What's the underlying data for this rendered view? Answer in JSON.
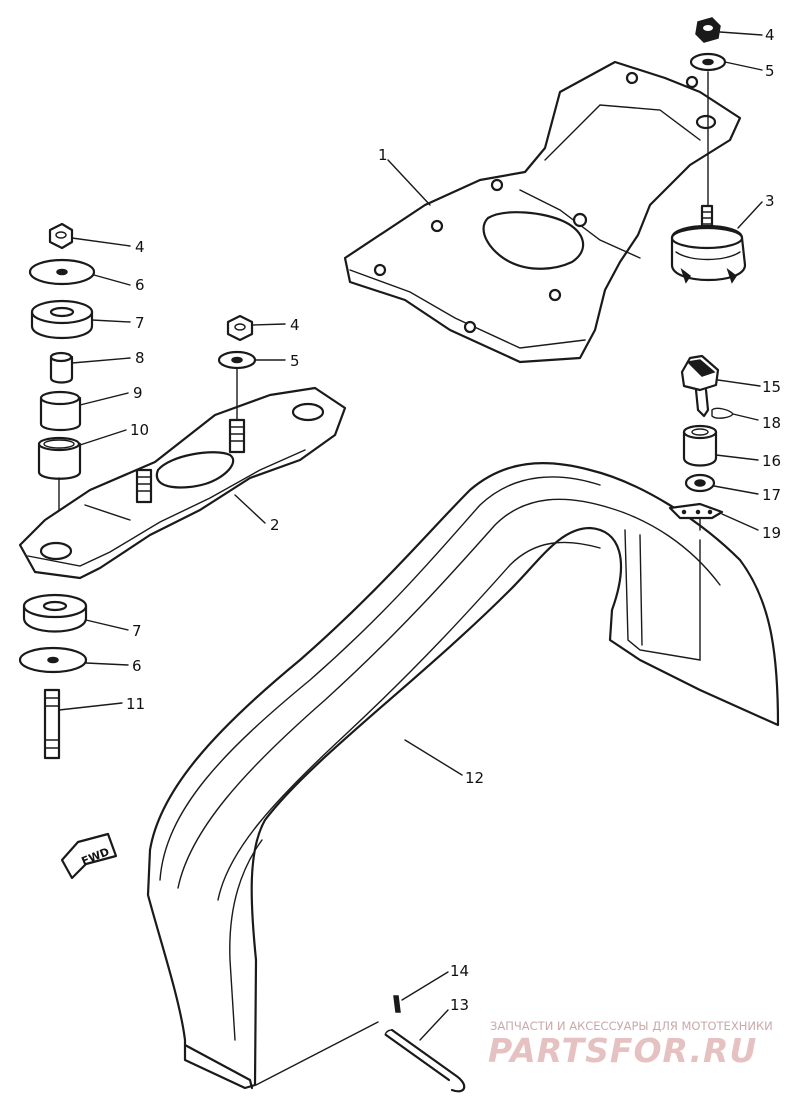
{
  "callouts": [
    {
      "id": "c1",
      "label": "1"
    },
    {
      "id": "c2",
      "label": "2"
    },
    {
      "id": "c3",
      "label": "3"
    },
    {
      "id": "c4a",
      "label": "4"
    },
    {
      "id": "c4b",
      "label": "4"
    },
    {
      "id": "c4c",
      "label": "4"
    },
    {
      "id": "c5a",
      "label": "5"
    },
    {
      "id": "c5b",
      "label": "5"
    },
    {
      "id": "c6a",
      "label": "6"
    },
    {
      "id": "c6b",
      "label": "6"
    },
    {
      "id": "c7a",
      "label": "7"
    },
    {
      "id": "c7b",
      "label": "7"
    },
    {
      "id": "c8",
      "label": "8"
    },
    {
      "id": "c9",
      "label": "9"
    },
    {
      "id": "c10",
      "label": "10"
    },
    {
      "id": "c11",
      "label": "11"
    },
    {
      "id": "c12",
      "label": "12"
    },
    {
      "id": "c13",
      "label": "13"
    },
    {
      "id": "c14",
      "label": "14"
    },
    {
      "id": "c15",
      "label": "15"
    },
    {
      "id": "c16",
      "label": "16"
    },
    {
      "id": "c17",
      "label": "17"
    },
    {
      "id": "c18",
      "label": "18"
    },
    {
      "id": "c19",
      "label": "19"
    }
  ],
  "fwd_marker": "FWD",
  "watermark": {
    "tagline": "ЗАПЧАСТИ И АКСЕССУАРЫ ДЛЯ МОТОТЕХНИКИ",
    "brand": "PARTSFOR.RU"
  }
}
